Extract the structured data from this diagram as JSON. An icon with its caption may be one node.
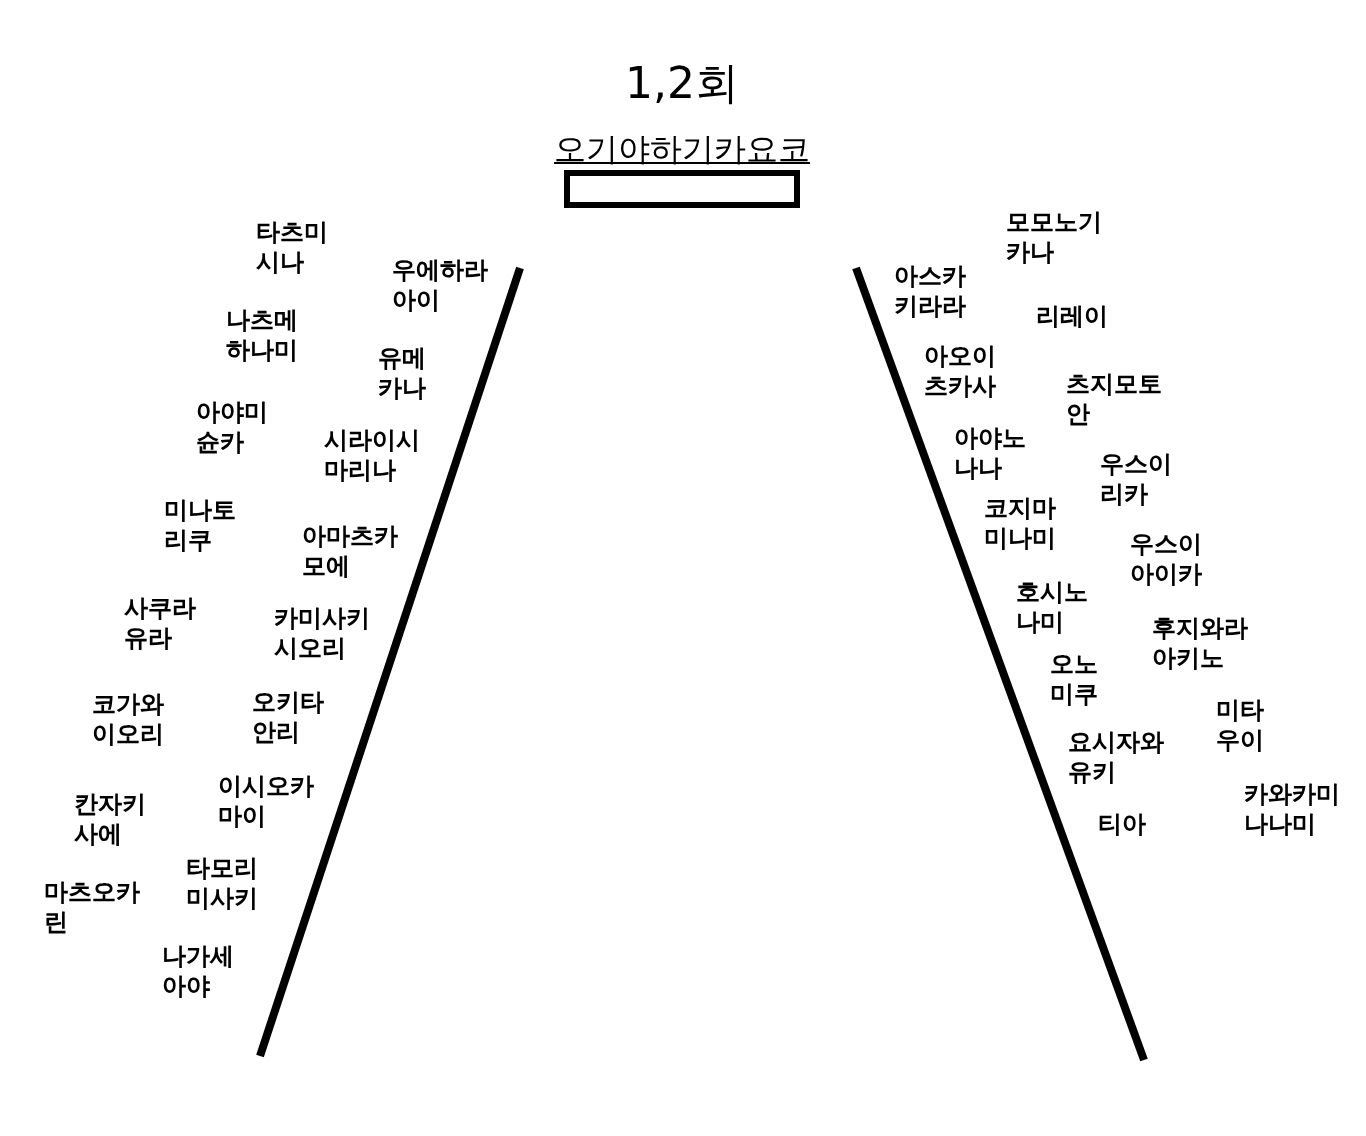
{
  "diagram": {
    "title": "1,2회",
    "nodes": [
      {
        "text": [
          "오기야하기카요코"
        ]
      }
    ],
    "labels": [
      "타츠미 시나",
      "우에하라 아이",
      "나츠메 하나미",
      "유메 카나",
      "아야미 슌카",
      "시라이시 마리나",
      "미나토 리쿠",
      "아마츠카 모에",
      "사쿠라 유라",
      "카미사키 시오리",
      "코가와 이오리",
      "오키타 안리",
      "이시오카 마이",
      "칸자키 사에",
      "타모리 미사키",
      "마츠오카 린",
      "나가세 아야",
      "모모노기 카나",
      "아스카 키라라",
      "리레이",
      "아오이 츠카사",
      "츠지모토 안",
      "아야노 나나",
      "우스이 리카",
      "코지마 미나미",
      "우스이 아이카",
      "호시노 나미",
      "후지와라 아키노",
      "오노 미쿠",
      "미타 우이",
      "요시자와 유키",
      "카와카미 나나미",
      "티아"
    ]
  }
}
